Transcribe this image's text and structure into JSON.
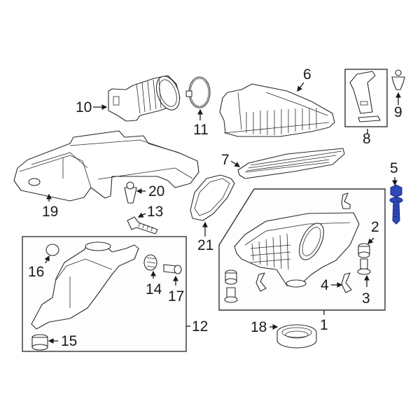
{
  "diagram": {
    "title": "Air Intake Assembly Parts Diagram",
    "highlight_color": "#2f47b8",
    "line_color": "#2a2a2a",
    "background": "#ffffff",
    "highlighted_part": "5"
  },
  "callouts": [
    {
      "id": "1",
      "label": "1",
      "part": "air-cleaner-assembly"
    },
    {
      "id": "2",
      "label": "2",
      "part": "grommet"
    },
    {
      "id": "3",
      "label": "3",
      "part": "collar"
    },
    {
      "id": "4",
      "label": "4",
      "part": "clip"
    },
    {
      "id": "5",
      "label": "5",
      "part": "bolt-highlighted"
    },
    {
      "id": "6",
      "label": "6",
      "part": "air-cleaner-cover"
    },
    {
      "id": "7",
      "label": "7",
      "part": "air-filter-element"
    },
    {
      "id": "8",
      "label": "8",
      "part": "mass-airflow-sensor"
    },
    {
      "id": "9",
      "label": "9",
      "part": "push-clip"
    },
    {
      "id": "10",
      "label": "10",
      "part": "intake-hose"
    },
    {
      "id": "11",
      "label": "11",
      "part": "hose-clamp"
    },
    {
      "id": "12",
      "label": "12",
      "part": "resonator-assembly"
    },
    {
      "id": "13",
      "label": "13",
      "part": "bolt"
    },
    {
      "id": "14",
      "label": "14",
      "part": "grommet"
    },
    {
      "id": "15",
      "label": "15",
      "part": "grommet"
    },
    {
      "id": "16",
      "label": "16",
      "part": "plug"
    },
    {
      "id": "17",
      "label": "17",
      "part": "collar"
    },
    {
      "id": "18",
      "label": "18",
      "part": "seal-ring"
    },
    {
      "id": "19",
      "label": "19",
      "part": "intake-duct"
    },
    {
      "id": "20",
      "label": "20",
      "part": "push-clip"
    },
    {
      "id": "21",
      "label": "21",
      "part": "seal"
    }
  ]
}
